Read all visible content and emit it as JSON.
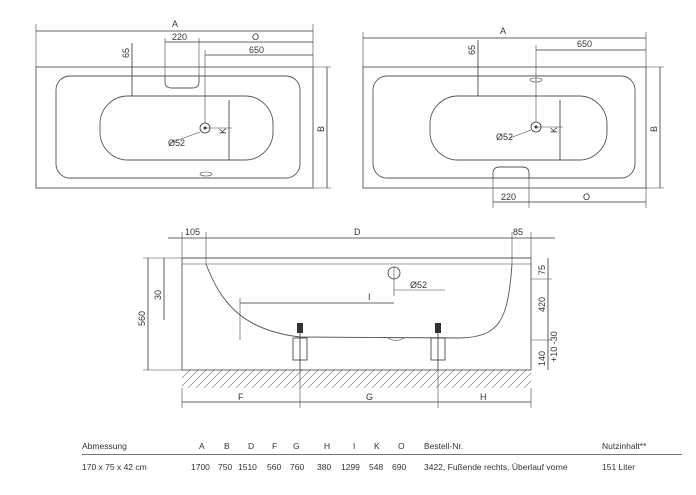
{
  "labels": {
    "A": "A",
    "B": "B",
    "O": "O",
    "K": "K",
    "D": "D",
    "F": "F",
    "G": "G",
    "H": "H",
    "I": "I",
    "d220": "220",
    "d650": "650",
    "d65": "65",
    "d52": "Ø52",
    "d105": "105",
    "d85": "85",
    "d75": "75",
    "d30": "30",
    "d560": "560",
    "d420": "420",
    "d140": "140",
    "tol": "+10 -30"
  },
  "table": {
    "headers": [
      "Abmessung",
      "A",
      "B",
      "D",
      "F",
      "G",
      "H",
      "I",
      "K",
      "O",
      "Bestell-Nr.",
      "Nutzinhalt**"
    ],
    "row": [
      "170 x 75 x 42 cm",
      "1700",
      "750",
      "1510",
      "560",
      "760",
      "380",
      "1299",
      "548",
      "690",
      "3422, Fußende rechts, Überlauf vorne",
      "151 Liter"
    ]
  }
}
